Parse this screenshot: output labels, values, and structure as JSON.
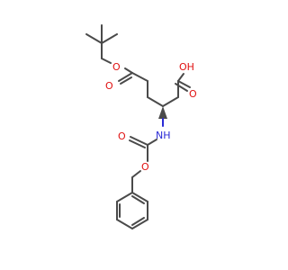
{
  "molecule": {
    "atoms": {
      "ester_o": "O",
      "ester_carbonyl_o": "O",
      "acid_oh": "OH",
      "acid_carbonyl_o": "O",
      "carbamate_n": "NH",
      "carbamate_carbonyl_o": "O",
      "carbamate_ester_o": "O"
    },
    "colors": {
      "bond": "#4a4a4a",
      "oxygen": "#e01010",
      "nitrogen": "#2a2ad6",
      "background": "#ffffff"
    }
  }
}
